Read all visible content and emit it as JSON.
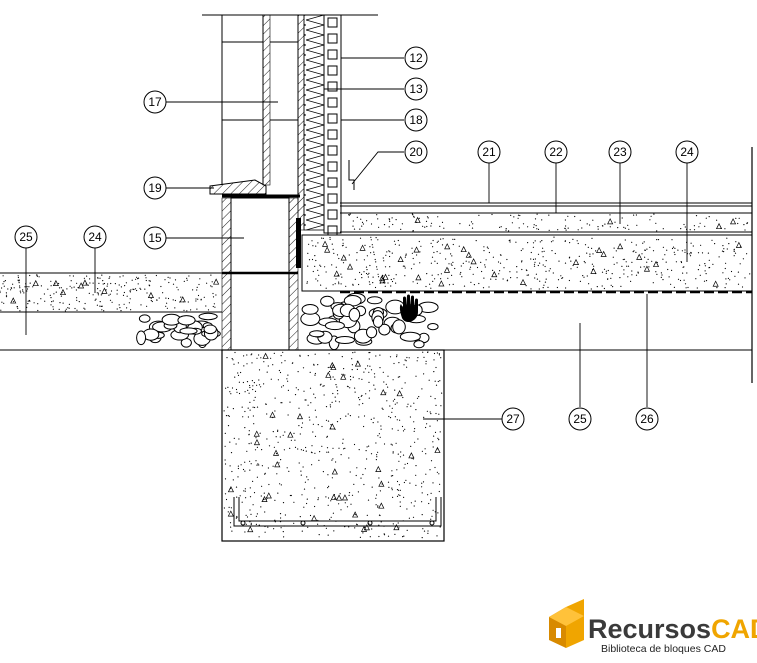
{
  "callouts": [
    {
      "id": "c12",
      "label": "12"
    },
    {
      "id": "c13",
      "label": "13"
    },
    {
      "id": "c18",
      "label": "18"
    },
    {
      "id": "c20",
      "label": "20"
    },
    {
      "id": "c17",
      "label": "17"
    },
    {
      "id": "c19",
      "label": "19"
    },
    {
      "id": "c21",
      "label": "21"
    },
    {
      "id": "c22",
      "label": "22"
    },
    {
      "id": "c23",
      "label": "23"
    },
    {
      "id": "c24a",
      "label": "24"
    },
    {
      "id": "c15",
      "label": "15"
    },
    {
      "id": "c25a",
      "label": "25"
    },
    {
      "id": "c24b",
      "label": "24"
    },
    {
      "id": "c27",
      "label": "27"
    },
    {
      "id": "c25b",
      "label": "25"
    },
    {
      "id": "c26",
      "label": "26"
    }
  ],
  "logo": {
    "name_part1": "Recursos",
    "name_part2": "CAD",
    "tagline": "Biblioteca de bloques CAD",
    "color_part1": "#3a3a3a",
    "color_part2": "#f0a500",
    "icon_color": "#f0a500"
  }
}
